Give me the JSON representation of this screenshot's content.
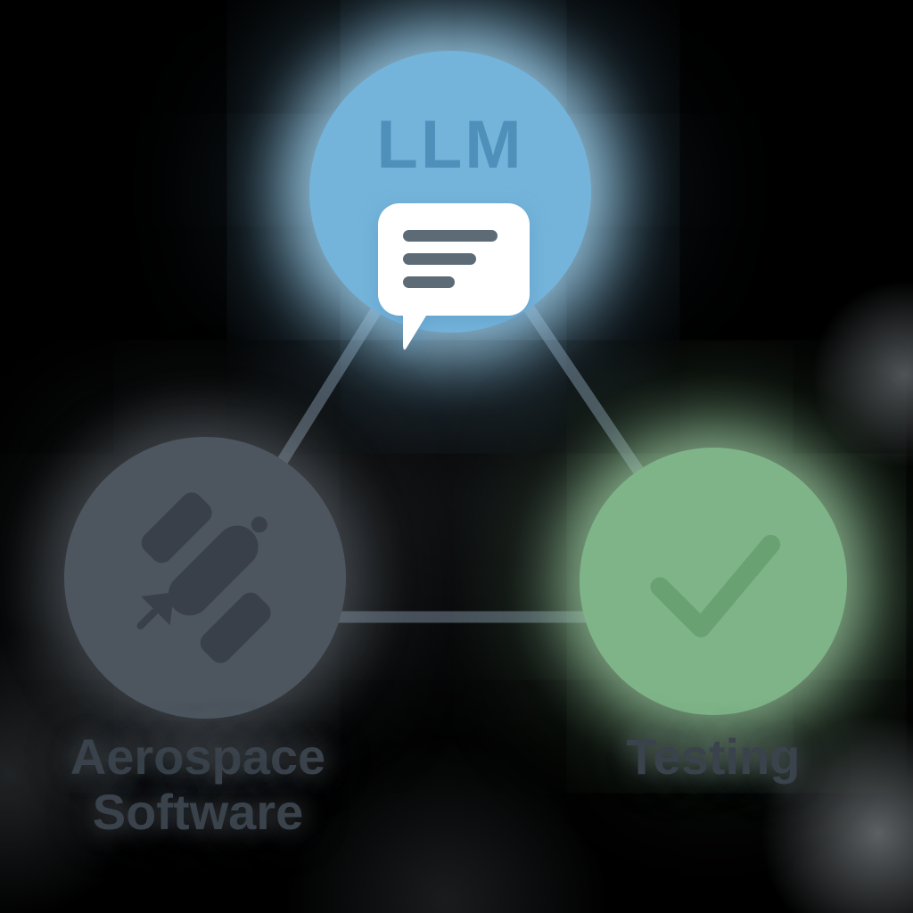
{
  "nodes": {
    "llm": {
      "label": "LLM",
      "icon": "chat-bubble-icon"
    },
    "aerospace": {
      "label": "Aerospace Software",
      "icon": "satellite-icon"
    },
    "testing": {
      "label": "Testing",
      "icon": "checkmark-icon"
    }
  },
  "connectors": [
    {
      "from": "llm",
      "to": "aerospace"
    },
    {
      "from": "llm",
      "to": "testing"
    },
    {
      "from": "aerospace",
      "to": "testing"
    }
  ],
  "colors": {
    "background": "#000000",
    "connector_line": "#454e58",
    "llm_circle": "#74b4da",
    "llm_text": "#4e90ba",
    "llm_glow": "#aadcf8",
    "bubble_fill": "#ffffff",
    "bubble_text_lines": "#5d6b77",
    "aerospace_circle": "#4d565f",
    "aerospace_icon": "#394049",
    "testing_circle": "#7fb488",
    "checkmark": "#69a173",
    "testing_glow": "#afe1b4",
    "label_text": "#3a424b"
  }
}
